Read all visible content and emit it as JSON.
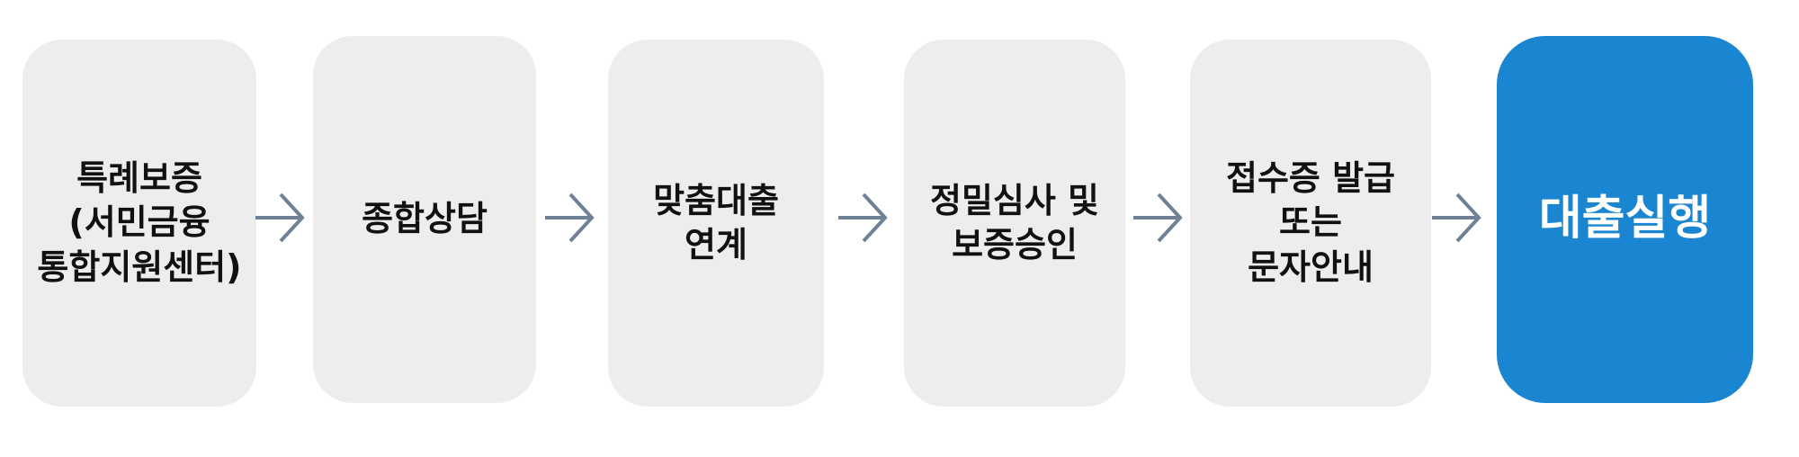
{
  "steps": [
    {
      "lines": [
        "특례보증",
        "(서민금융",
        "통합지원센터)"
      ]
    },
    {
      "lines": [
        "종합상담"
      ]
    },
    {
      "lines": [
        "맞춤대출",
        "연계"
      ]
    },
    {
      "lines": [
        "정밀심사 및",
        "보증승인"
      ]
    },
    {
      "lines": [
        "접수증 발급",
        "또는",
        "문자안내"
      ]
    },
    {
      "lines": [
        "대출실행"
      ]
    }
  ],
  "colors": {
    "step_bg": "#ededed",
    "final_bg": "#1a86d1",
    "final_text": "#ffffff",
    "arrow": "#6f8196"
  }
}
